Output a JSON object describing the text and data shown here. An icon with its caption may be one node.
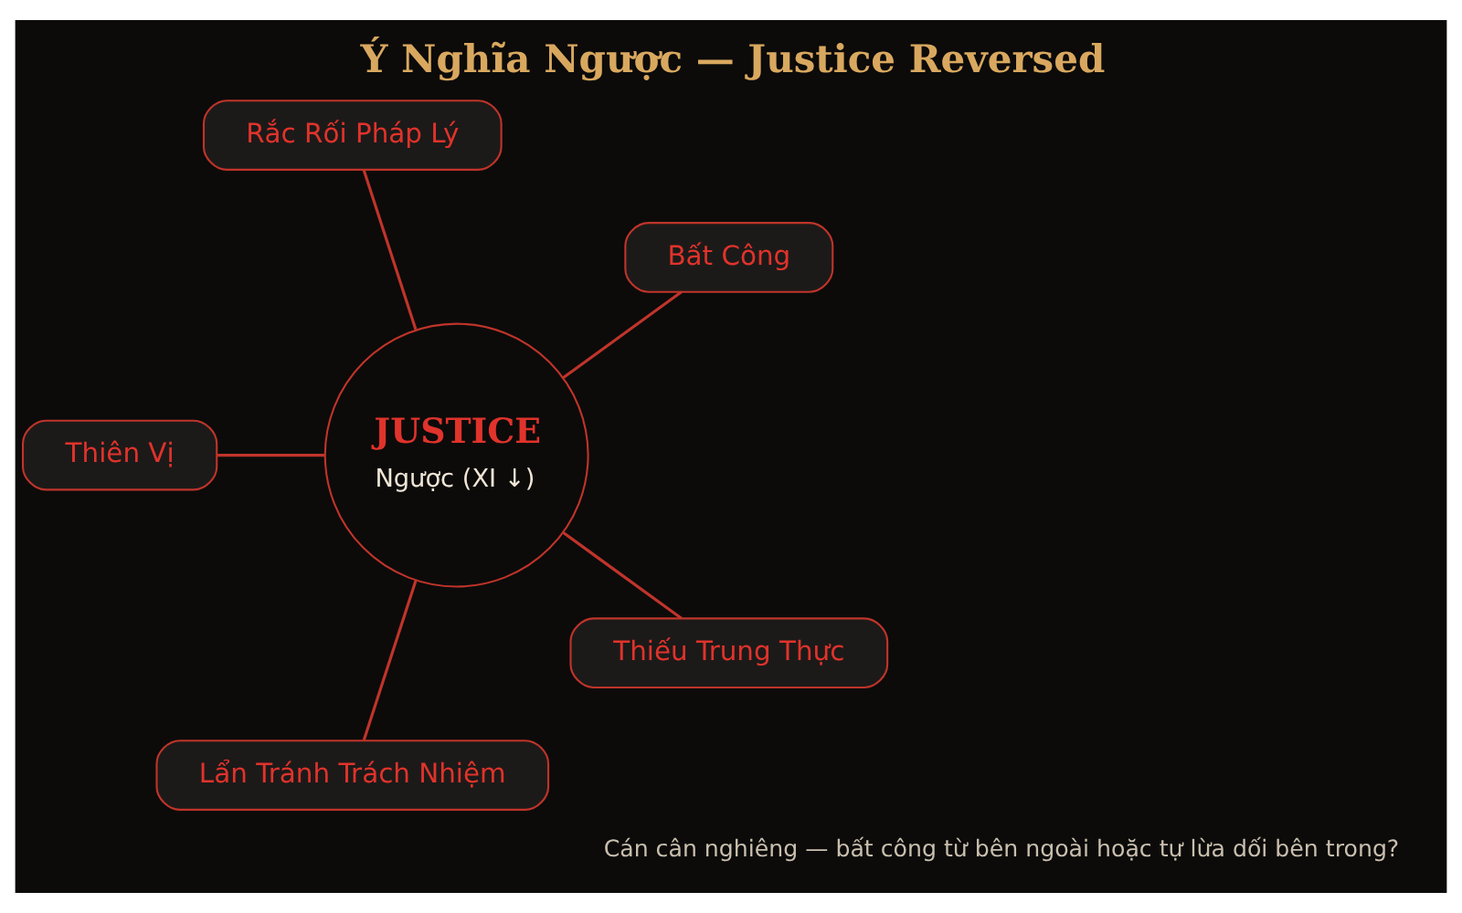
{
  "diagram": {
    "title": "Ý Nghĩa Ngược — Justice Reversed",
    "caption": "Cán cân nghiêng — bất công từ bên ngoài hoặc tự lừa dối bên trong?",
    "nodes": [
      {
        "text": [
          "Bất Công"
        ]
      },
      {
        "text": [
          "Rắc Rối Pháp Lý"
        ]
      },
      {
        "text": [
          "Thiên Vị"
        ]
      },
      {
        "text": [
          "JUSTICE",
          "Ngược (XI ↓)"
        ]
      },
      {
        "text": [
          "Lẩn Tránh Trách Nhiệm"
        ]
      },
      {
        "text": [
          "Thiếu Trung Thực"
        ]
      }
    ],
    "edges": [
      {
        "from": 3,
        "to": 0,
        "arrow": "none"
      },
      {
        "from": 3,
        "to": 1,
        "arrow": "none"
      },
      {
        "from": 3,
        "to": 2,
        "arrow": "none"
      },
      {
        "from": 3,
        "to": 4,
        "arrow": "none"
      },
      {
        "from": 3,
        "to": 5,
        "arrow": "none"
      }
    ]
  }
}
